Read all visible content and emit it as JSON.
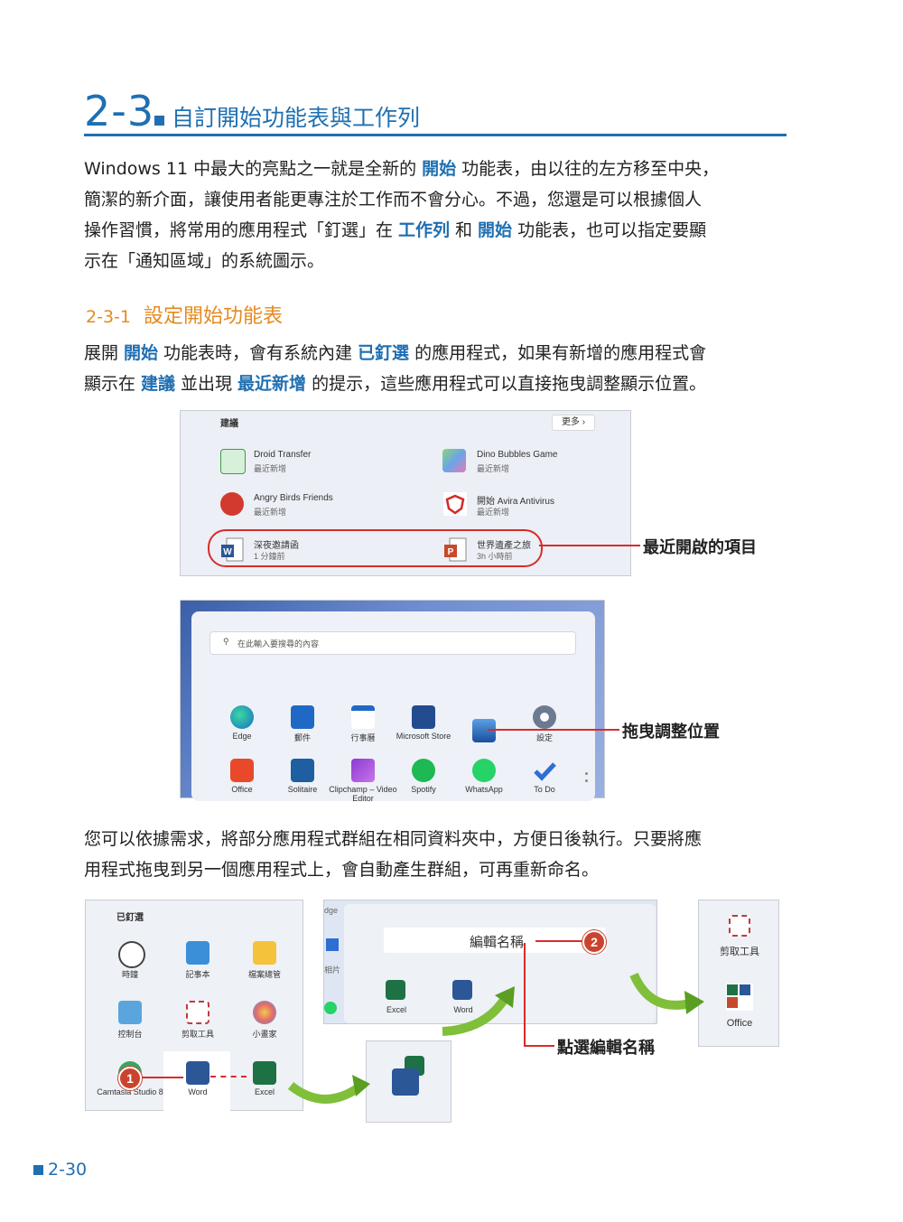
{
  "heading": {
    "number": "2-3",
    "title": "自訂開始功能表與工作列"
  },
  "intro": {
    "l1a": "Windows 11 中最大的亮點之一就是全新的",
    "l1kw": "開始",
    "l1b": "功能表，由以往的左方移至中央，",
    "l2": "簡潔的新介面，讓使用者能更專注於工作而不會分心。不過，您還是可以根據個人",
    "l3a": "操作習慣，將常用的應用程式「釘選」在",
    "l3kw1": "工作列",
    "l3b": "和",
    "l3kw2": "開始",
    "l3c": "功能表，也可以指定要顯",
    "l4": "示在「通知區域」的系統圖示。"
  },
  "section": {
    "number": "2-3-1",
    "title": "設定開始功能表"
  },
  "para2": {
    "l1a": "展開",
    "l1kw1": "開始",
    "l1b": "功能表時，會有系統內建",
    "l1kw2": "已釘選",
    "l1c": "的應用程式，如果有新增的應用程式會",
    "l2a": "顯示在",
    "l2kw1": "建議",
    "l2b": "並出現",
    "l2kw2": "最近新增",
    "l2c": "的提示，這些應用程式可以直接拖曳調整顯示位置。"
  },
  "fig1": {
    "header": "建議",
    "more_button": "更多",
    "more_chevron": "›",
    "items": [
      {
        "name": "Droid Transfer",
        "sub": "最近新增"
      },
      {
        "name": "Dino Bubbles Game",
        "sub": "最近新增"
      },
      {
        "name": "Angry Birds Friends",
        "sub": "最近新增"
      },
      {
        "name": "開始 Avira Antivirus",
        "sub": "最近新增"
      },
      {
        "name": "深夜邀請函",
        "sub": "1 分鐘前"
      },
      {
        "name": "世界遺產之旅",
        "sub": "3h 小時前"
      }
    ],
    "annotation": "最近開啟的項目"
  },
  "fig2": {
    "search_placeholder": "在此輸入要搜尋的內容",
    "row1": [
      "Edge",
      "郵件",
      "行事曆",
      "Microsoft Store",
      "",
      "設定"
    ],
    "row2": [
      "Office",
      "Solitaire",
      "Clipchamp – Video Editor",
      "Spotify",
      "WhatsApp",
      "To Do"
    ],
    "annotation": "拖曳調整位置"
  },
  "para3": {
    "l1": "您可以依據需求，將部分應用程式群組在相同資料夾中，方便日後執行。只要將應",
    "l2": "用程式拖曳到另一個應用程式上，會自動產生群組，可再重新命名。"
  },
  "fig3": {
    "header": "已釘選",
    "apps": [
      "時鐘",
      "記事本",
      "檔案總管",
      "控制台",
      "剪取工具",
      "小畫家",
      "Camtasia Studio 8",
      "Word",
      "Excel"
    ],
    "badge1": "1"
  },
  "fig4": {
    "edge_text": "dge",
    "left_text": "相片",
    "name_field": "編輯名稱",
    "badge2": "2",
    "apps": [
      "Excel",
      "Word"
    ],
    "annotation": "點選編輯名稱"
  },
  "fig5": {
    "apps": [
      "剪取工具",
      "Office"
    ]
  },
  "footer": {
    "page": "2-30"
  }
}
